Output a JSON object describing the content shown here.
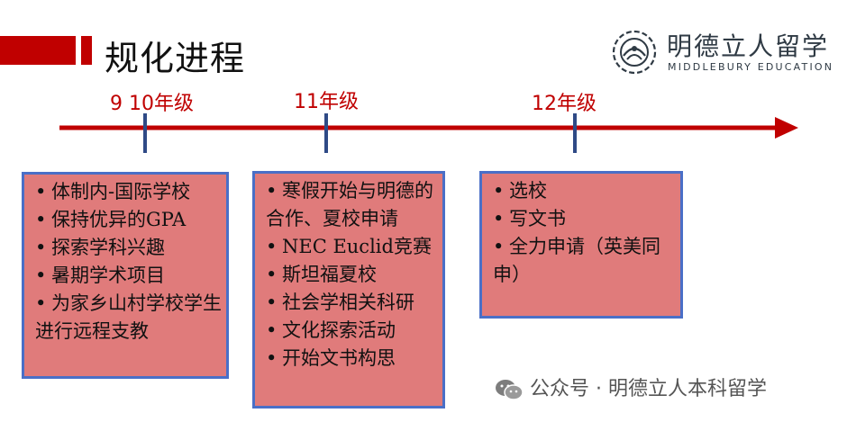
{
  "title": "规化进程",
  "logo": {
    "cn": "明德立人留学",
    "en": "MIDDLEBURY EDUCATION",
    "icon": "middlebury-seal-icon"
  },
  "timeline": {
    "grades": [
      "9 10年级",
      "11年级",
      "12年级"
    ],
    "color": "#c00000"
  },
  "boxes": [
    {
      "items": [
        "体制内-国际学校",
        "保持优异的GPA",
        "探索学科兴趣",
        "暑期学术项目",
        "为家乡山村学校学生进行远程支教"
      ]
    },
    {
      "items": [
        "寒假开始与明德的合作、夏校申请",
        "NEC Euclid竞赛",
        "斯坦福夏校",
        "社会学相关科研",
        "文化探索活动",
        "开始文书构思"
      ]
    },
    {
      "items": [
        "选校",
        "写文书",
        "全力申请（英美同申）"
      ]
    }
  ],
  "watermark": "公众号 · 明德立人本科留学"
}
